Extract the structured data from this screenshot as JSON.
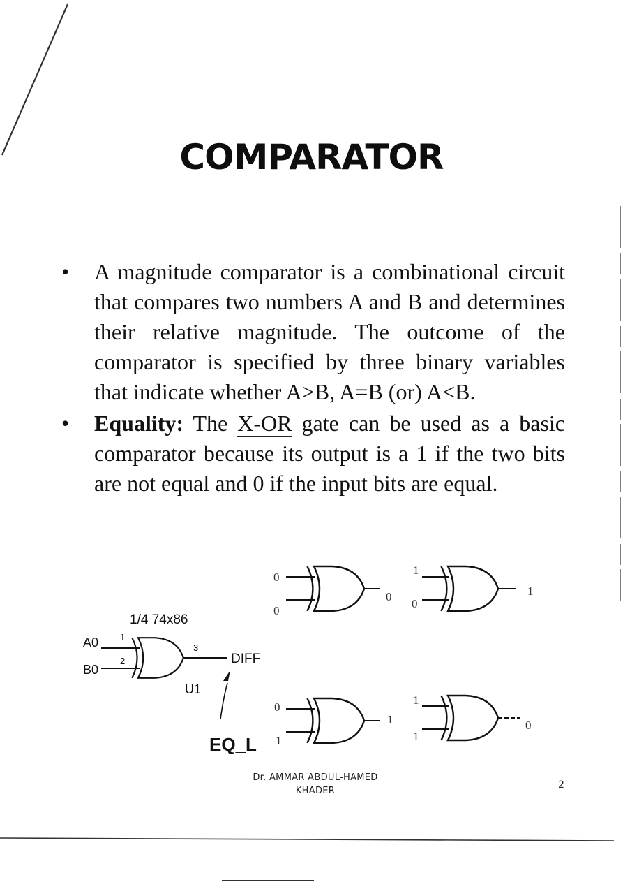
{
  "title": "COMPARATOR",
  "bullets": [
    {
      "text": "A magnitude comparator is a combinational circuit that compares two numbers A and B and determines their relative magnitude. The outcome of the comparator is specified by three binary variables that indicate whether A>B, A=B (or) A<B."
    },
    {
      "label": "Equality:",
      "text_before": " The ",
      "underlined": "X-OR",
      "text_after": " gate can be used as a basic comparator because its output is a 1 if the two bits are not equal and 0 if the input bits are equal."
    }
  ],
  "bullet_symbol": "•",
  "circuit": {
    "chip_label": "1/4 74x86",
    "input_a": "A0",
    "input_b": "B0",
    "pin_1": "1",
    "pin_2": "2",
    "pin_3": "3",
    "output_label": "DIFF",
    "unit_label": "U1",
    "annotation": "EQ_L"
  },
  "truth_examples": [
    {
      "in_a": "0",
      "in_b": "0",
      "out": "0"
    },
    {
      "in_a": "1",
      "in_b": "0",
      "out": "1"
    },
    {
      "in_a": "0",
      "in_b": "1",
      "out": "1"
    },
    {
      "in_a": "1",
      "in_b": "1",
      "out": "0"
    }
  ],
  "footer": {
    "author_line1": "Dr. AMMAR ABDUL-HAMED",
    "author_line2": "KHADER",
    "page_number": "2"
  }
}
